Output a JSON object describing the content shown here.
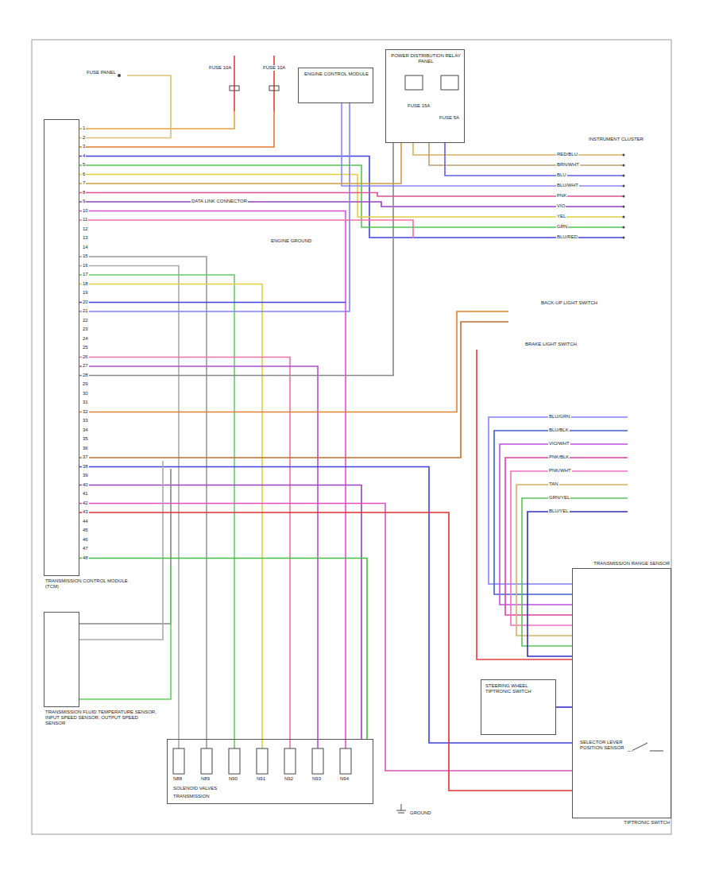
{
  "diagram": {
    "nodes": [
      {
        "text": [
          "TRANSMISSION CONTROL MODULE (TCM)"
        ]
      },
      {
        "text": [
          "TRANSMISSION FLUID TEMPERATURE SENSOR, INPUT SPEED SENSOR, OUTPUT SPEED SENSOR"
        ]
      },
      {
        "text": [
          "ENGINE CONTROL MODULE"
        ]
      },
      {
        "text": [
          "POWER DISTRIBUTION RELAY PANEL"
        ]
      },
      {
        "text": [
          "SOLENOID VALVES",
          "TRANSMISSION"
        ]
      },
      {
        "text": [
          "TRANSMISSION RANGE SENSOR",
          "SELECTOR LEVER POSITION SENSOR",
          "TIPTRONIC SWITCH"
        ]
      },
      {
        "text": [
          "STEERING WHEEL TIPTRONIC SWITCH"
        ]
      }
    ],
    "edges": [
      {
        "from": 0,
        "to": 4,
        "arrow": "none"
      },
      {
        "from": 0,
        "to": 5,
        "arrow": "none"
      },
      {
        "from": 0,
        "to": 2,
        "arrow": "none"
      },
      {
        "from": 0,
        "to": 3,
        "arrow": "none"
      },
      {
        "from": 6,
        "to": 5,
        "arrow": "none"
      }
    ],
    "labels": [
      "FUSE PANEL",
      "FUSE 10A",
      "FUSE 10A",
      "FUSE 15A",
      "FUSE 5A",
      "DATA LINK CONNECTOR",
      "INSTRUMENT CLUSTER",
      "ENGINE GROUND",
      "BACK-UP LIGHT SWITCH",
      "BRAKE LIGHT SWITCH",
      "GROUND",
      "1",
      "2",
      "3",
      "4",
      "5",
      "6",
      "7",
      "8",
      "9",
      "10",
      "11",
      "12",
      "13",
      "14",
      "15",
      "16",
      "17",
      "18",
      "19",
      "20",
      "21",
      "22",
      "23",
      "24",
      "25",
      "26",
      "27",
      "28",
      "29",
      "30",
      "31",
      "32",
      "33",
      "34",
      "35",
      "36",
      "37",
      "38",
      "39",
      "40",
      "41",
      "42",
      "43",
      "44",
      "45",
      "46",
      "47",
      "48",
      "RED/BLU",
      "BRN/WHT",
      "BLU",
      "BLU/WHT",
      "PNK",
      "VIO",
      "YEL",
      "GRN",
      "BLU/RED",
      "BLU/GRN",
      "BLU/BLK",
      "VIO/WHT",
      "PNK/BLK",
      "PNK/WHT",
      "TAN",
      "GRN/YEL",
      "BLU/YEL",
      "N88",
      "N89",
      "N90",
      "N91",
      "N92",
      "N93",
      "N94"
    ]
  }
}
